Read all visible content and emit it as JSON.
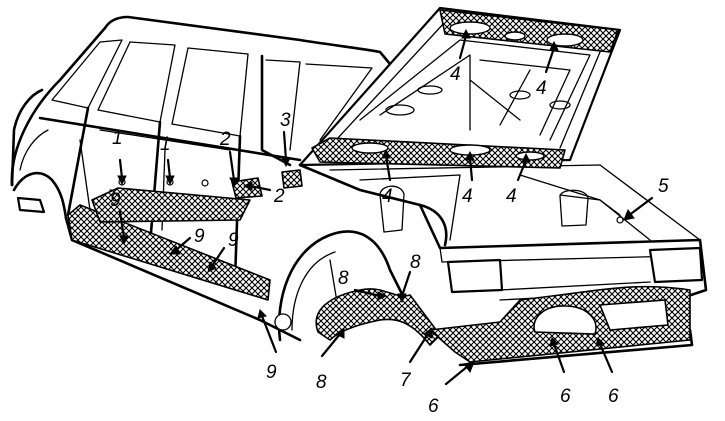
{
  "callouts": [
    {
      "id": "c1",
      "label": "1"
    },
    {
      "id": "c1b",
      "label": "1"
    },
    {
      "id": "c2a",
      "label": "2"
    },
    {
      "id": "c2b",
      "label": "2"
    },
    {
      "id": "c3",
      "label": "3"
    },
    {
      "id": "c4a",
      "label": "4"
    },
    {
      "id": "c4b",
      "label": "4"
    },
    {
      "id": "c4c",
      "label": "4"
    },
    {
      "id": "c4d",
      "label": "4"
    },
    {
      "id": "c4e",
      "label": "4"
    },
    {
      "id": "c5",
      "label": "5"
    },
    {
      "id": "c6a",
      "label": "6"
    },
    {
      "id": "c6b",
      "label": "6"
    },
    {
      "id": "c6c",
      "label": "6"
    },
    {
      "id": "c7",
      "label": "7"
    },
    {
      "id": "c8a",
      "label": "8"
    },
    {
      "id": "c8b",
      "label": "8"
    },
    {
      "id": "c8c",
      "label": "8"
    },
    {
      "id": "c9a",
      "label": "9"
    },
    {
      "id": "c9b",
      "label": "9"
    },
    {
      "id": "c9c",
      "label": "9"
    },
    {
      "id": "c9d",
      "label": "9"
    }
  ]
}
